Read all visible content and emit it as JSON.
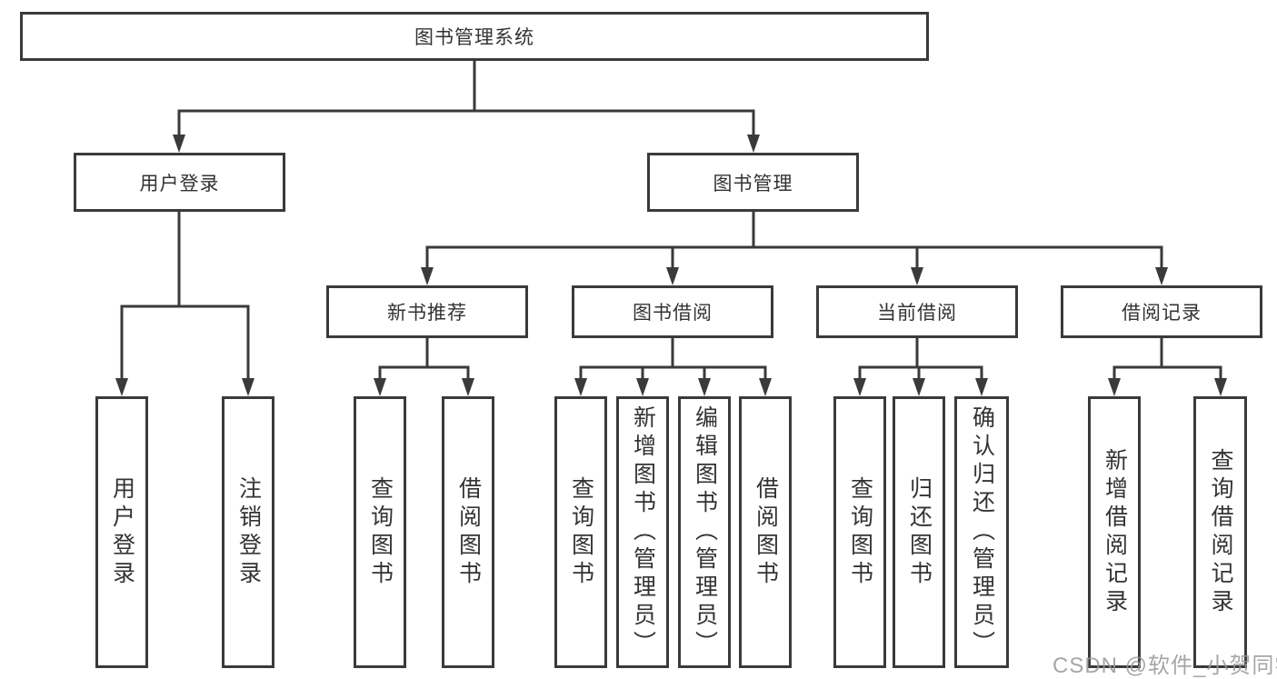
{
  "diagram": {
    "type": "hierarchy-tree",
    "line_color": "#3a3a3a",
    "box_border_color": "#3a3a3a",
    "text_color": "#333333",
    "nodes": {
      "root": {
        "label": "图书管理系统"
      },
      "userLogin": {
        "label": "用户登录"
      },
      "bookMgmt": {
        "label": "图书管理"
      },
      "newBooks": {
        "label": "新书推荐"
      },
      "bookBorrow": {
        "label": "图书借阅"
      },
      "currentBorrow": {
        "label": "当前借阅"
      },
      "borrowRecords": {
        "label": "借阅记录"
      },
      "leafUserLogin": {
        "label": "用户登录"
      },
      "leafLogout": {
        "label": "注销登录"
      },
      "leafQueryBooksA": {
        "label": "查询图书"
      },
      "leafBorrowBooksA": {
        "label": "借阅图书"
      },
      "leafQueryBooksB": {
        "label": "查询图书"
      },
      "leafAddBooks": {
        "label": "新增图书（管理员）"
      },
      "leafEditBooks": {
        "label": "编辑图书（管理员）"
      },
      "leafBorrowBooksB": {
        "label": "借阅图书"
      },
      "leafQueryBooksC": {
        "label": "查询图书"
      },
      "leafReturnBooks": {
        "label": "归还图书"
      },
      "leafConfirmReturn": {
        "label": "确认归还（管理员）"
      },
      "leafAddRecord": {
        "label": "新增借阅记录"
      },
      "leafQueryRecord": {
        "label": "查询借阅记录"
      }
    },
    "hierarchy": {
      "图书管理系统": {
        "用户登录": [
          "用户登录",
          "注销登录"
        ],
        "图书管理": {
          "新书推荐": [
            "查询图书",
            "借阅图书"
          ],
          "图书借阅": [
            "查询图书",
            "新增图书（管理员）",
            "编辑图书（管理员）",
            "借阅图书"
          ],
          "当前借阅": [
            "查询图书",
            "归还图书",
            "确认归还（管理员）"
          ],
          "借阅记录": [
            "新增借阅记录",
            "查询借阅记录"
          ]
        }
      }
    },
    "watermark": "CSDN @软件_小贺同学"
  }
}
